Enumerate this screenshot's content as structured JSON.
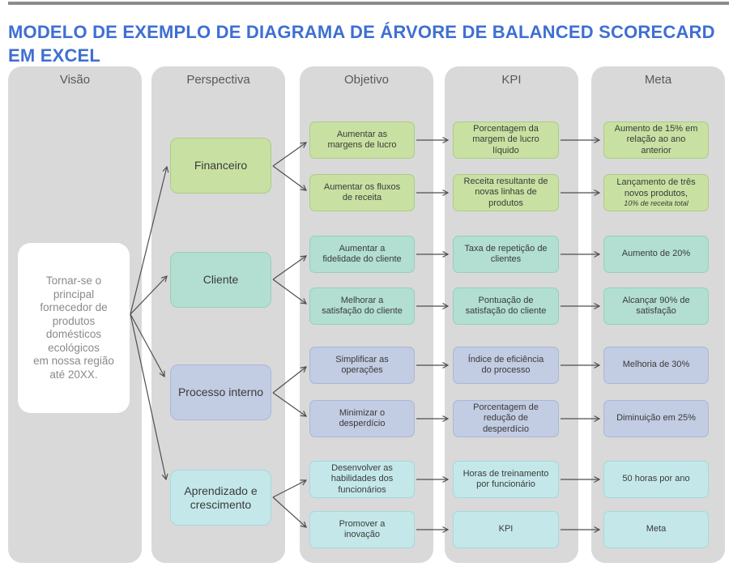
{
  "title": {
    "line1": "MODELO DE EXEMPLO DE DIAGRAMA DE ÁRVORE DE BALANCED SCORECARD",
    "line2": "EM EXCEL",
    "color": "#3e6fd2"
  },
  "columns": [
    {
      "label": "Visão"
    },
    {
      "label": "Perspectiva"
    },
    {
      "label": "Objetivo"
    },
    {
      "label": "KPI"
    },
    {
      "label": "Meta"
    }
  ],
  "vision": {
    "text": "Tornar-se o\nprincipal\nfornecedor de\nprodutos\ndomésticos\necológicos\nem nossa região\naté 20XX."
  },
  "diagram": {
    "arrow_color": "#4f4f4f",
    "column_bg": "#d9d9d9"
  },
  "groups": [
    {
      "name": "Financeiro",
      "fill": "#c8e1a2",
      "border": "#aecb84",
      "rows": [
        {
          "objetivo": "Aumentar as\nmargens de lucro",
          "kpi": "Porcentagem da\nmargem de lucro\nlíquido",
          "meta": "Aumento de 15% em\nrelação ao ano\nanterior"
        },
        {
          "objetivo": "Aumentar os fluxos\nde receita",
          "kpi": "Receita resultante de\nnovas linhas de\nprodutos",
          "meta": "Lançamento de três\nnovos produtos,",
          "meta_note": "10% de receita total"
        }
      ]
    },
    {
      "name": "Cliente",
      "fill": "#b2dfd1",
      "border": "#96cfbc",
      "rows": [
        {
          "objetivo": "Aumentar a\nfidelidade do cliente",
          "kpi": "Taxa de repetição de\nclientes",
          "meta": "Aumento de 20%"
        },
        {
          "objetivo": "Melhorar a\nsatisfação do cliente",
          "kpi": "Pontuação de\nsatisfação do cliente",
          "meta": "Alcançar 90% de\nsatisfação"
        }
      ]
    },
    {
      "name": "Processo interno",
      "fill": "#c2cce2",
      "border": "#aab8d6",
      "rows": [
        {
          "objetivo": "Simplificar as\noperações",
          "kpi": "Índice de eficiência\ndo processo",
          "meta": "Melhoria de 30%"
        },
        {
          "objetivo": "Minimizar o\ndesperdício",
          "kpi": "Porcentagem de\nredução de\ndesperdício",
          "meta": "Diminuição em 25%"
        }
      ]
    },
    {
      "name": "Aprendizado e\ncrescimento",
      "fill": "#c4e8ea",
      "border": "#a6d8db",
      "rows": [
        {
          "objetivo": "Desenvolver as\nhabilidades dos\nfuncionários",
          "kpi": "Horas de treinamento\npor funcionário",
          "meta": "50 horas por ano"
        },
        {
          "objetivo": "Promover a\ninovação",
          "kpi": "KPI",
          "meta": "Meta"
        }
      ]
    }
  ]
}
